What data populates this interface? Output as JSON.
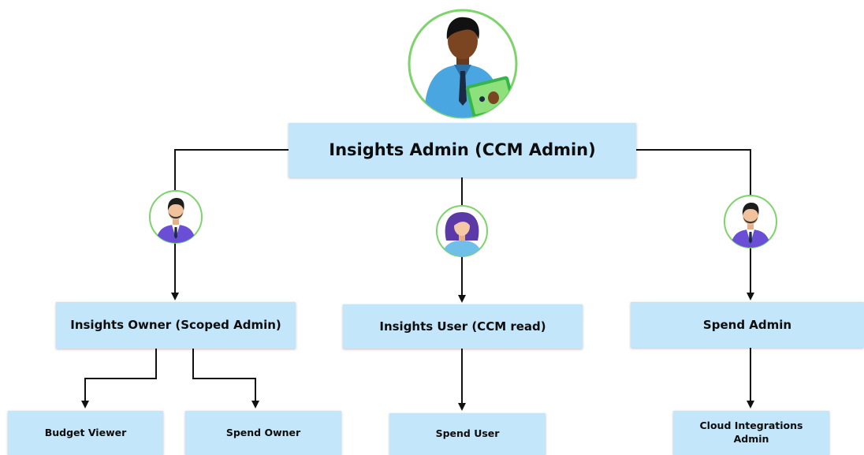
{
  "colors": {
    "node_fill": "#c4e6fb",
    "connector": "#111111",
    "avatar_ring": "#7cd46a",
    "shirt_blue": "#4aa6e0",
    "suit_purple": "#6a4fd6"
  },
  "nodes": {
    "root": "Insights Admin (CCM Admin)",
    "owner": "Insights Owner (Scoped Admin)",
    "user": "Insights User (CCM read)",
    "spend_admin": "Spend Admin",
    "budget_viewer": "Budget Viewer",
    "spend_owner": "Spend Owner",
    "spend_user": "Spend User",
    "cloud_admin": "Cloud Integrations Admin"
  },
  "icons": {
    "root": "admin-with-tablet-icon",
    "owner": "man-in-suit-icon",
    "user": "woman-icon",
    "spend_admin": "man-in-suit-icon"
  }
}
